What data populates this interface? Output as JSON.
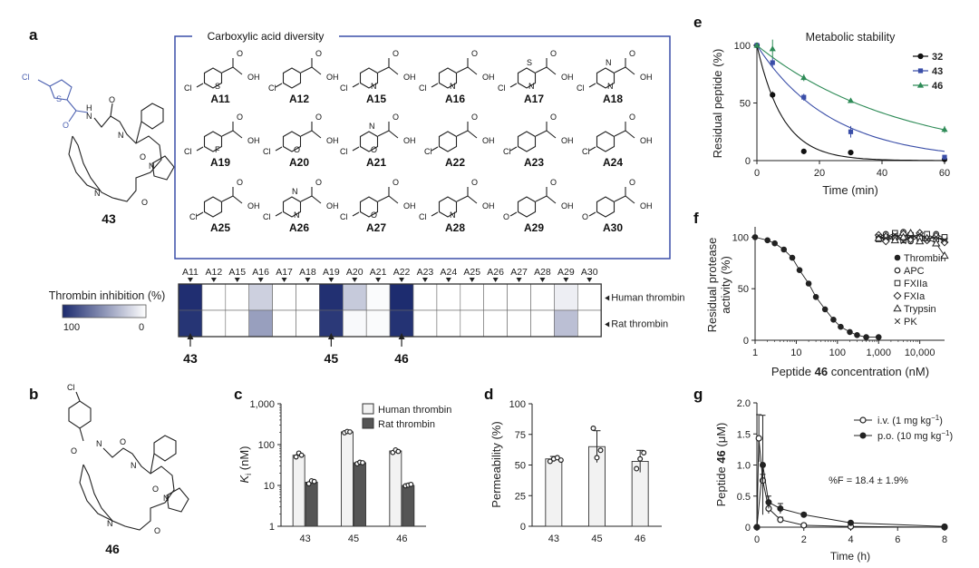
{
  "panel_labels": [
    "a",
    "b",
    "c",
    "d",
    "e",
    "f",
    "g"
  ],
  "structures": {
    "cpd43": "43",
    "cpd46": "46",
    "box_title": "Carboxylic acid diversity",
    "atoms": {
      "cl": "Cl",
      "o": "O",
      "oh": "OH",
      "n": "N",
      "s": "S",
      "f": "F",
      "h": "H"
    },
    "acids": [
      {
        "code": "A11",
        "parts": [
          "Cl",
          "S",
          "O",
          "OH"
        ]
      },
      {
        "code": "A12",
        "parts": [
          "Cl",
          "O",
          "OH"
        ]
      },
      {
        "code": "A15",
        "parts": [
          "Cl",
          "N",
          "O",
          "OH"
        ]
      },
      {
        "code": "A16",
        "parts": [
          "Cl",
          "N",
          "O",
          "OH"
        ]
      },
      {
        "code": "A17",
        "parts": [
          "Cl",
          "S",
          "N",
          "O",
          "OH"
        ]
      },
      {
        "code": "A18",
        "parts": [
          "Cl",
          "N",
          "N",
          "O",
          "OH"
        ]
      },
      {
        "code": "A19",
        "parts": [
          "Cl",
          "F",
          "O",
          "OH"
        ]
      },
      {
        "code": "A20",
        "parts": [
          "Cl",
          "O",
          "O",
          "OH"
        ]
      },
      {
        "code": "A21",
        "parts": [
          "Cl",
          "N",
          "O",
          "O",
          "OH"
        ]
      },
      {
        "code": "A22",
        "parts": [
          "Cl",
          "O",
          "OH"
        ]
      },
      {
        "code": "A23",
        "parts": [
          "Cl",
          "O",
          "OH"
        ]
      },
      {
        "code": "A24",
        "parts": [
          "Cl",
          "O",
          "OH"
        ]
      },
      {
        "code": "A25",
        "parts": [
          "Cl",
          "O",
          "OH"
        ]
      },
      {
        "code": "A26",
        "parts": [
          "Cl",
          "N",
          "N",
          "O",
          "OH"
        ]
      },
      {
        "code": "A27",
        "parts": [
          "Cl",
          "O",
          "O",
          "OH"
        ]
      },
      {
        "code": "A28",
        "parts": [
          "Cl",
          "N",
          "O",
          "OH"
        ]
      },
      {
        "code": "A29",
        "parts": [
          "O",
          "O",
          "OH"
        ]
      },
      {
        "code": "A30",
        "parts": [
          "O",
          "O",
          "OH"
        ]
      }
    ]
  },
  "heatmap": {
    "title": "Thrombin inhibition (%)",
    "scale_max_label": "100",
    "scale_min_label": "0",
    "columns": [
      "A11",
      "A12",
      "A15",
      "A16",
      "A17",
      "A18",
      "A19",
      "A20",
      "A21",
      "A22",
      "A23",
      "A24",
      "A25",
      "A26",
      "A27",
      "A28",
      "A29",
      "A30"
    ],
    "rows": [
      {
        "label": "Human thrombin",
        "values": [
          98,
          0,
          0,
          22,
          0,
          0,
          97,
          25,
          2,
          99,
          0,
          0,
          0,
          0,
          0,
          0,
          8,
          0
        ]
      },
      {
        "label": "Rat thrombin",
        "values": [
          95,
          0,
          0,
          45,
          0,
          0,
          93,
          3,
          2,
          96,
          0,
          0,
          0,
          0,
          0,
          0,
          30,
          0
        ]
      }
    ],
    "arrows": [
      {
        "col": "A11",
        "label": "43"
      },
      {
        "col": "A19",
        "label": "45"
      },
      {
        "col": "A22",
        "label": "46"
      }
    ]
  },
  "chart_data": [
    {
      "panel": "c",
      "type": "bar",
      "ylabel_main": "K",
      "ylabel_sub": "i",
      "ylabel_unit": " (nM)",
      "yscale": "log",
      "ylim": [
        1,
        1000
      ],
      "yticks": [
        "1",
        "10",
        "100",
        "1,000"
      ],
      "categories": [
        "43",
        "45",
        "46"
      ],
      "series": [
        {
          "name": "Human thrombin",
          "values": [
            55,
            205,
            70
          ],
          "points": [
            [
              50,
              62,
              55
            ],
            [
              195,
              210,
              205
            ],
            [
              64,
              74,
              68
            ]
          ],
          "color": "#f2f2f2"
        },
        {
          "name": "Rat thrombin",
          "values": [
            12,
            36,
            10
          ],
          "points": [
            [
              11,
              13,
              12.5
            ],
            [
              34,
              37,
              36
            ],
            [
              9.8,
              10.2,
              10.6
            ]
          ],
          "color": "#555555"
        }
      ],
      "legend": "top-right"
    },
    {
      "panel": "d",
      "type": "bar",
      "ylabel": "Permeability (%)",
      "ylim": [
        0,
        100
      ],
      "yticks": [
        "0",
        "25",
        "50",
        "75",
        "100"
      ],
      "categories": [
        "43",
        "45",
        "46"
      ],
      "values": [
        55,
        65,
        53
      ],
      "errors": [
        2,
        13,
        9
      ],
      "points": [
        [
          53,
          55,
          56,
          54
        ],
        [
          80,
          56,
          62
        ],
        [
          47,
          55,
          60
        ]
      ]
    },
    {
      "panel": "e",
      "type": "scatter",
      "title": "Metabolic stability",
      "xlabel": "Time (min)",
      "ylabel": "Residual peptide (%)",
      "xlim": [
        0,
        60
      ],
      "ylim": [
        0,
        100
      ],
      "xticks": [
        "0",
        "20",
        "40",
        "60"
      ],
      "yticks": [
        "0",
        "50",
        "100"
      ],
      "series": [
        {
          "name": "32",
          "x": [
            0,
            5,
            15,
            30,
            60
          ],
          "y": [
            100,
            57,
            8,
            7,
            1
          ],
          "err": [
            0,
            3,
            2,
            2,
            0
          ],
          "color": "#111111",
          "marker": "circle",
          "k": 0.12
        },
        {
          "name": "43",
          "x": [
            0,
            5,
            15,
            30,
            60
          ],
          "y": [
            100,
            85,
            55,
            25,
            3
          ],
          "err": [
            0,
            4,
            3,
            5,
            1
          ],
          "color": "#3a4ea8",
          "marker": "square",
          "k": 0.042
        },
        {
          "name": "46",
          "x": [
            0,
            5,
            15,
            30,
            60
          ],
          "y": [
            100,
            97,
            72,
            52,
            27
          ],
          "err": [
            0,
            8,
            3,
            2,
            3
          ],
          "color": "#2e8b57",
          "marker": "triangle",
          "k": 0.022
        }
      ],
      "legend": "top-right"
    },
    {
      "panel": "f",
      "type": "scatter",
      "xlabel_pre": "Peptide ",
      "xlabel_bold": "46",
      "xlabel_post": " concentration (nM)",
      "ylabel": "Residual protease activity (%)",
      "xscale": "log",
      "xlim": [
        1,
        40000
      ],
      "ylim": [
        0,
        110
      ],
      "xticks": [
        {
          "v": 1,
          "label": "1"
        },
        {
          "v": 10,
          "label": "10"
        },
        {
          "v": 100,
          "label": "100"
        },
        {
          "v": 1000,
          "label": "1,000"
        },
        {
          "v": 10000,
          "label": "10,000"
        }
      ],
      "yticks": [
        "0",
        "50",
        "100"
      ],
      "series": [
        {
          "name": "Thrombin",
          "marker": "filled-circle",
          "x": [
            1,
            2,
            3,
            5,
            8,
            12,
            20,
            30,
            50,
            80,
            120,
            200,
            300,
            500,
            1000
          ],
          "y": [
            100,
            97,
            94,
            88,
            80,
            68,
            55,
            42,
            30,
            20,
            13,
            8,
            5,
            3,
            3
          ]
        },
        {
          "name": "APC",
          "marker": "open-circle",
          "x": [
            1000,
            1500,
            2500,
            4000,
            6000,
            10000,
            15000,
            25000,
            40000
          ],
          "y": [
            100,
            103,
            98,
            105,
            96,
            101,
            97,
            103,
            99
          ]
        },
        {
          "name": "FXIIa",
          "marker": "open-square",
          "x": [
            1000,
            1500,
            2500,
            4000,
            6000,
            10000,
            15000,
            25000,
            40000
          ],
          "y": [
            98,
            100,
            104,
            97,
            102,
            99,
            103,
            98,
            100
          ]
        },
        {
          "name": "FXIa",
          "marker": "open-diamond",
          "x": [
            1000,
            1500,
            2500,
            4000,
            6000,
            10000,
            15000,
            25000,
            40000
          ],
          "y": [
            102,
            96,
            100,
            103,
            98,
            104,
            97,
            101,
            95
          ]
        },
        {
          "name": "Trypsin",
          "marker": "open-triangle",
          "x": [
            1000,
            1500,
            2500,
            4000,
            6000,
            10000,
            15000,
            25000,
            40000
          ],
          "y": [
            99,
            101,
            97,
            100,
            104,
            96,
            99,
            94,
            82
          ]
        },
        {
          "name": "PK",
          "marker": "cross",
          "x": [
            1000,
            1500,
            2500,
            4000,
            6000,
            10000,
            15000,
            25000,
            40000
          ],
          "y": [
            101,
            99,
            102,
            96,
            100,
            103,
            98,
            100,
            97
          ]
        }
      ],
      "legend": "right"
    },
    {
      "panel": "g",
      "type": "line",
      "xlabel": "Time (h)",
      "ylabel_pre": "Peptide ",
      "ylabel_bold": "46",
      "ylabel_post": " (μM)",
      "xlim": [
        0,
        8
      ],
      "ylim": [
        0,
        2.0
      ],
      "xticks": [
        "0",
        "2",
        "4",
        "6",
        "8"
      ],
      "yticks": [
        "0",
        "0.5",
        "1.0",
        "1.5",
        "2.0"
      ],
      "annotation": "%F = 18.4 ± 1.9%",
      "series": [
        {
          "name": "i.v. (1 mg kg",
          "sup": "−1",
          "tail": ")",
          "marker": "open-circle",
          "x": [
            0,
            0.083,
            0.25,
            0.5,
            1,
            2,
            4,
            8
          ],
          "y": [
            0,
            1.43,
            0.75,
            0.3,
            0.12,
            0.03,
            0.01,
            0
          ],
          "err": [
            0,
            0.38,
            0.1,
            0.08,
            0.04,
            0.01,
            0,
            0
          ]
        },
        {
          "name": "p.o. (10 mg kg",
          "sup": "−1",
          "tail": ")",
          "marker": "filled-circle",
          "x": [
            0,
            0.25,
            0.5,
            1,
            2,
            4,
            8
          ],
          "y": [
            0,
            1.0,
            0.4,
            0.3,
            0.2,
            0.07,
            0.01
          ],
          "err": [
            0,
            0.8,
            0.1,
            0.08,
            0.03,
            0.02,
            0
          ]
        }
      ],
      "legend": "top-right"
    }
  ]
}
